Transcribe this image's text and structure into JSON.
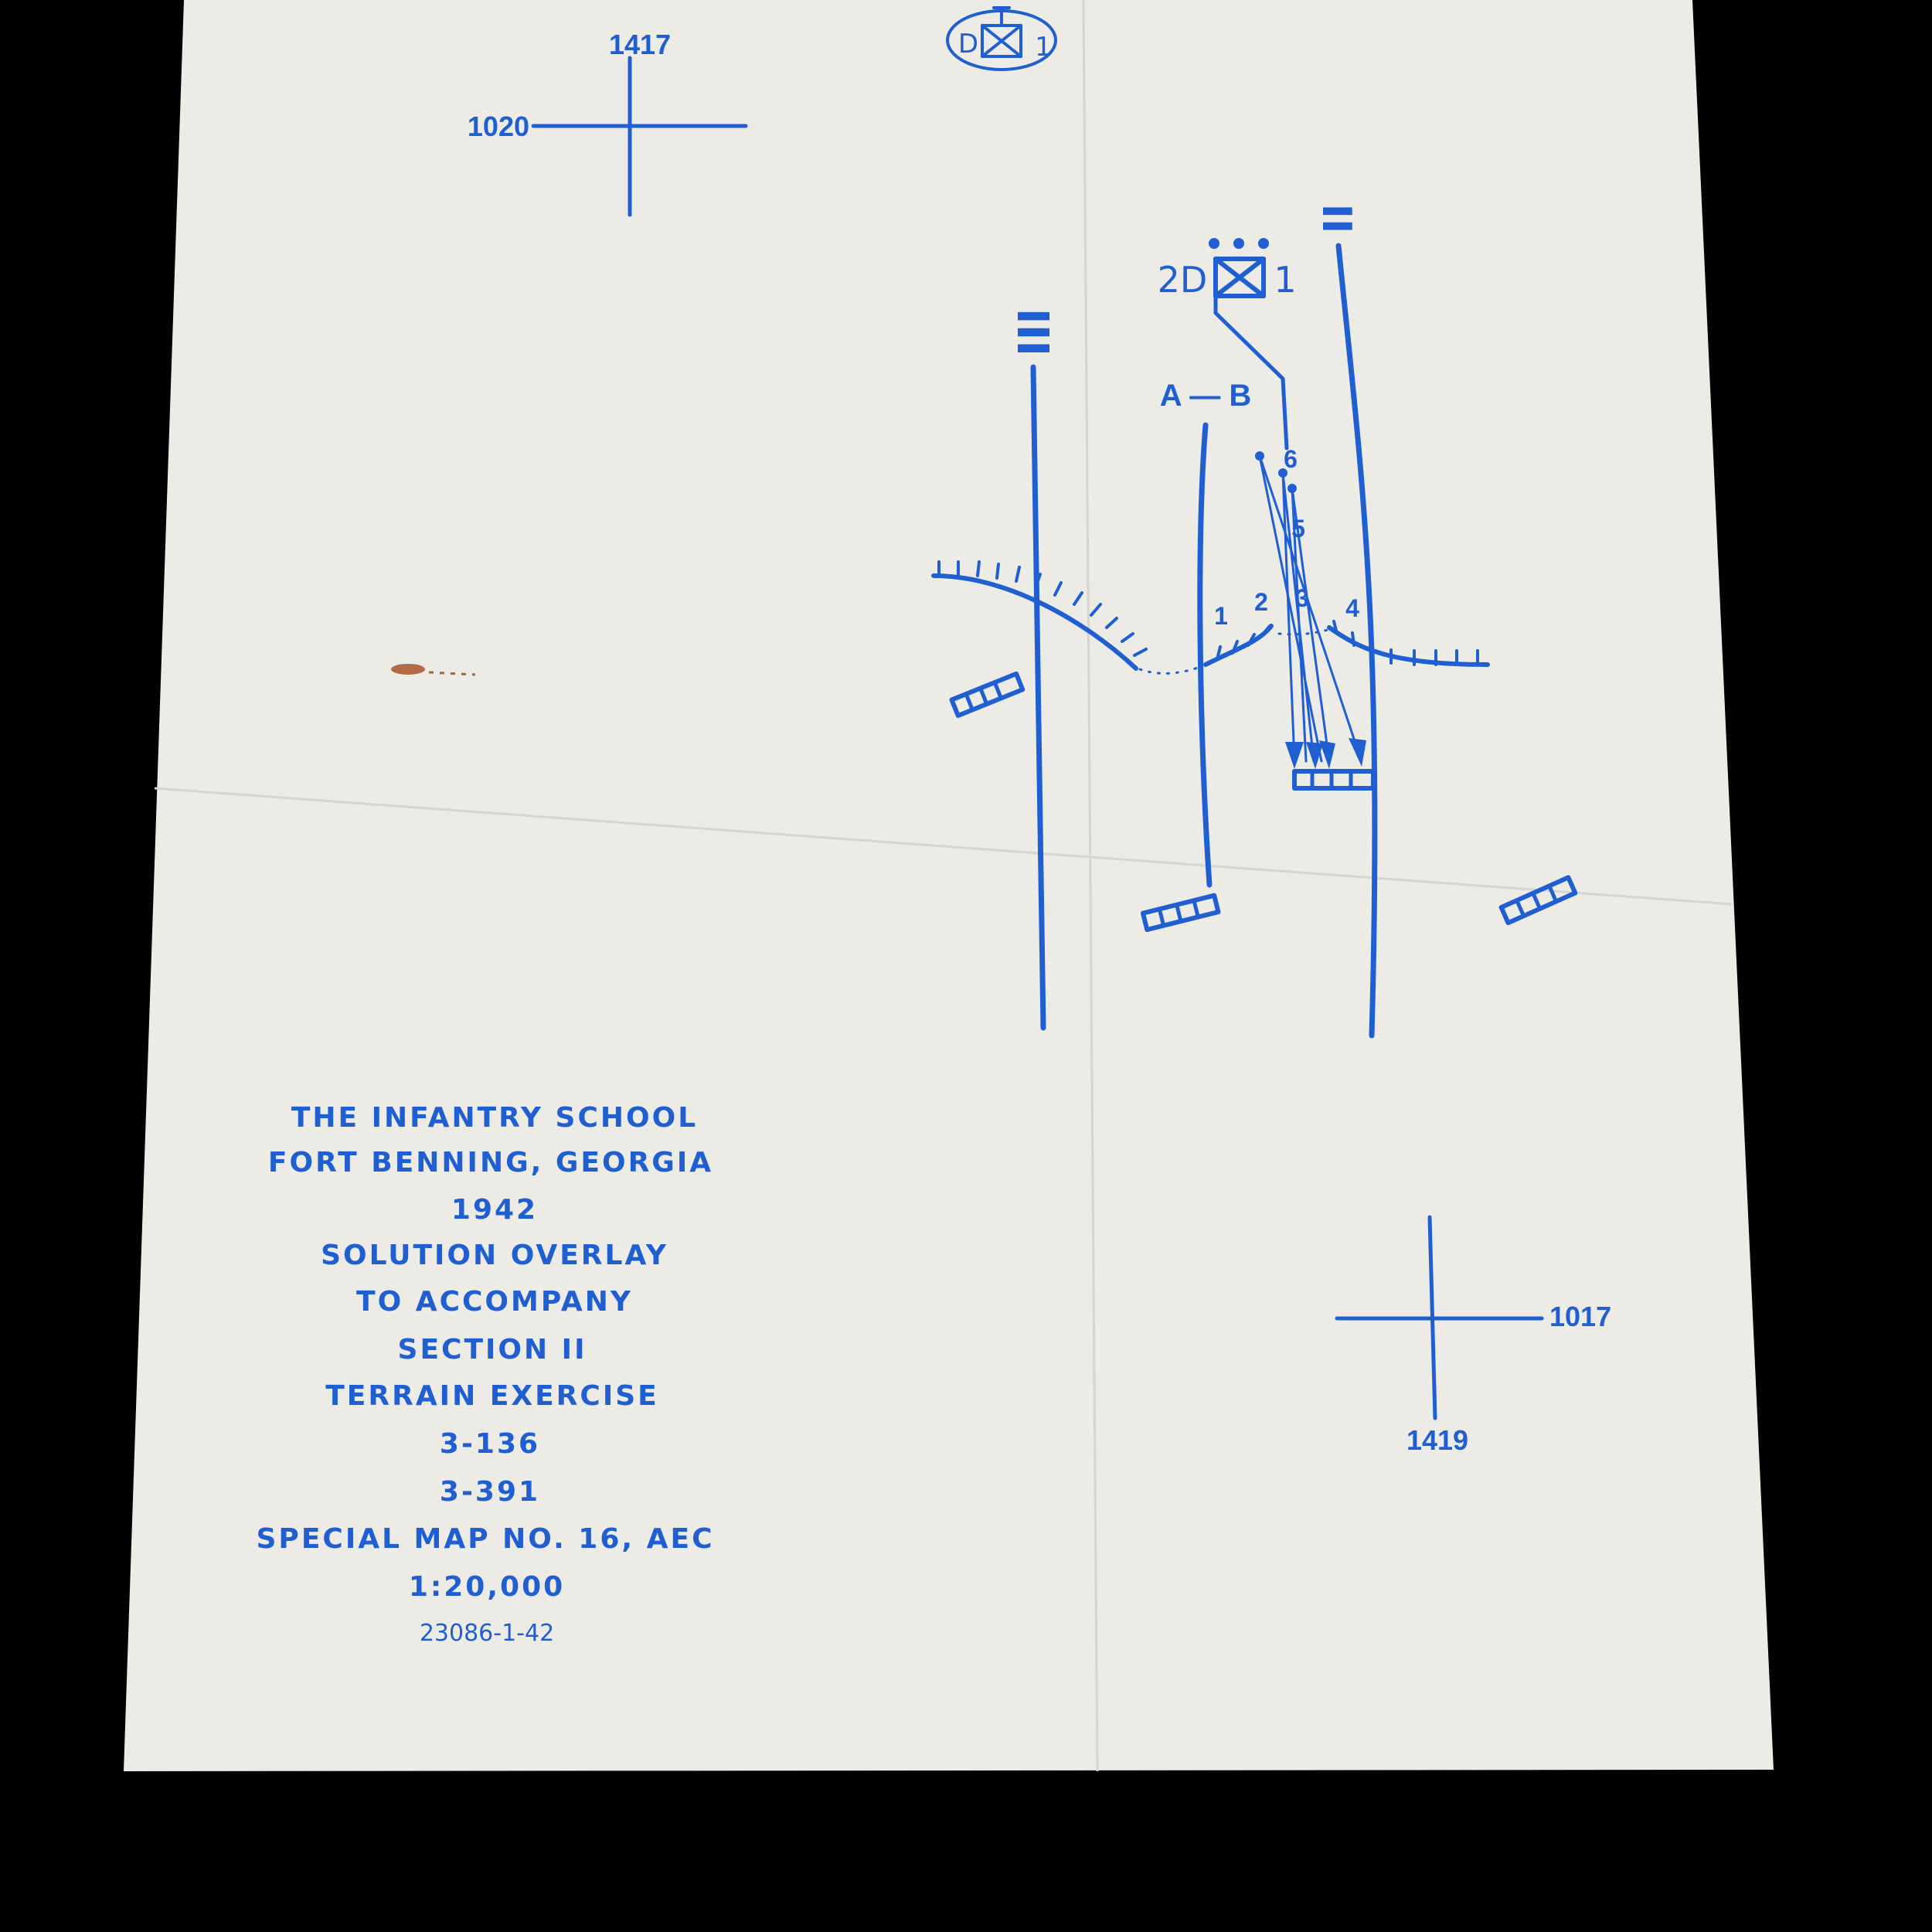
{
  "document": {
    "title_block": {
      "lines": [
        "THE INFANTRY SCHOOL",
        "FORT BENNING, GEORGIA",
        "1942",
        "SOLUTION OVERLAY",
        "TO ACCOMPANY",
        "SECTION II",
        "TERRAIN EXERCISE",
        "3-136",
        "3-391",
        "SPECIAL MAP NO. 16, AEC",
        "1:20,000"
      ],
      "print_code": "23086-1-42"
    },
    "registration_marks": {
      "top_left": {
        "vertical_label": "1417",
        "horizontal_label": "1020"
      },
      "bottom_right": {
        "vertical_label": "1419",
        "horizontal_label": "1017"
      }
    },
    "unit_symbols": {
      "top_unit": {
        "left": "D",
        "right": "1"
      },
      "main_unit": {
        "left": "2D",
        "right": "1"
      }
    },
    "boundary_markers": {
      "left": "III",
      "right": "II"
    },
    "phase_line_label": "A — B",
    "position_numbers": [
      "1",
      "2",
      "3",
      "4",
      "5",
      "6"
    ],
    "colors": {
      "paper": "#ecebe6",
      "ink": "#1f5fd1",
      "background": "#000000"
    }
  }
}
